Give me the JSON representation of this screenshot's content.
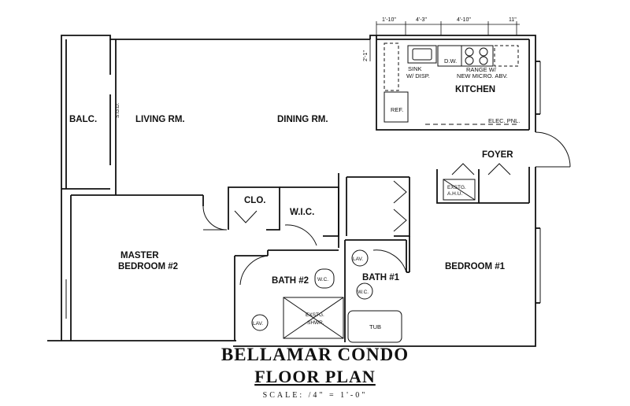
{
  "title": "BELLAMAR CONDO",
  "subtitle": "FLOOR PLAN",
  "scale": "SCALE: /4\" = 1'-0\"",
  "rooms": {
    "balcony": "BALC.",
    "living": "LIVING RM.",
    "dining": "DINING RM.",
    "kitchen": "KITCHEN",
    "foyer": "FOYER",
    "closet": "CLO.",
    "wic": "W.I.C.",
    "master_line1": "MASTER",
    "master_line2": "BEDROOM #2",
    "bath2": "BATH #2",
    "bath1": "BATH #1",
    "bedroom1": "BEDROOM #1"
  },
  "fixtures": {
    "sgd": "S.G.D.",
    "sink_line1": "SINK",
    "sink_line2": "W/ DISP.",
    "dw": "D.W.",
    "range_line1": "RANGE W/",
    "range_line2": "NEW MICRO. ABV.",
    "ref": "REF.",
    "elec_panel": "ELEC. PNL.",
    "ahu_line1": "EXSTG.",
    "ahu_line2": "A.H.U.",
    "lav": "LAV.",
    "wc": "W.C.",
    "shower_line1": "EXSTG.",
    "shower_line2": "SHWR.",
    "tub": "TUB"
  },
  "dimensions": {
    "d1": "1'-10\"",
    "d2": "4'-3\"",
    "d3": "4'-10\"",
    "d4": "11\"",
    "d5": "2'-1\""
  }
}
